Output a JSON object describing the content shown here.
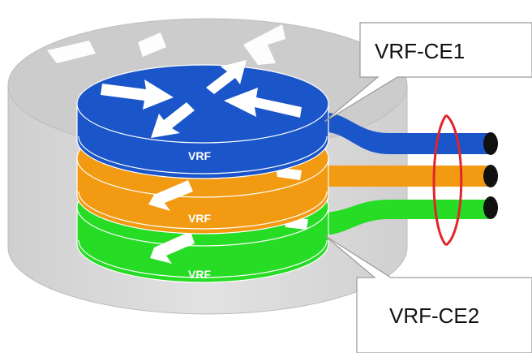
{
  "diagram": {
    "layers": [
      {
        "id": "blue",
        "label": "VRF",
        "color": "#1a55c9"
      },
      {
        "id": "orange",
        "label": "VRF",
        "color": "#f19a12"
      },
      {
        "id": "green",
        "label": "VRF",
        "color": "#26dc24"
      }
    ],
    "callouts": {
      "top": "VRF-CE1",
      "bottom": "VRF-CE2"
    },
    "colors": {
      "router_body": "#d9d9d9",
      "router_top": "#cccccc",
      "arrows": "#ffffff",
      "bundle_ring": "#e0252b",
      "cable_end": "#111111"
    },
    "icons": [
      "router-icon",
      "arrow-icon",
      "cable-icon",
      "bundle-ring-icon"
    ]
  }
}
